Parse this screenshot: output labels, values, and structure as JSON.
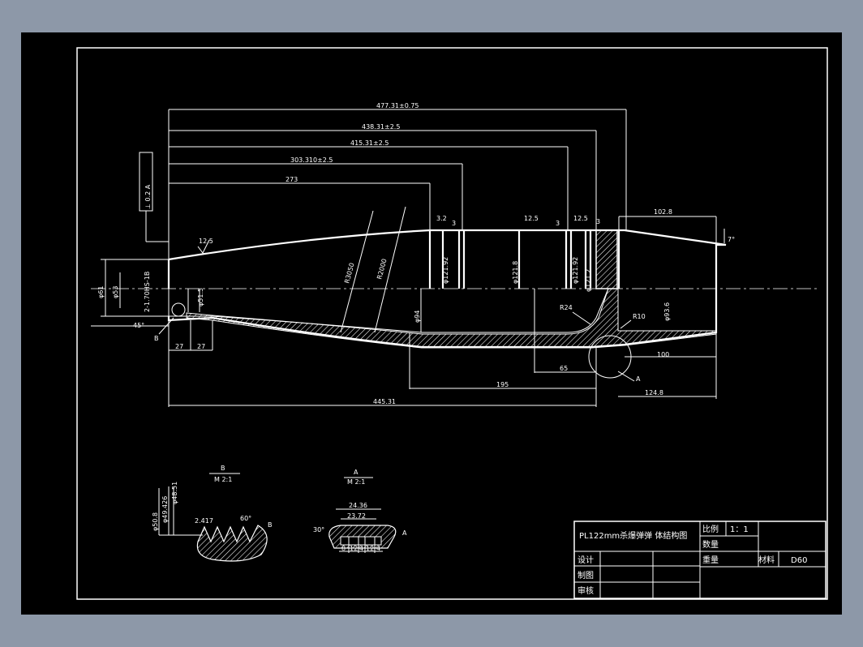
{
  "colors": {
    "background": "#8d98a8",
    "sheet": "#000000",
    "lines": "#ffffff",
    "hatch": "#ffffff"
  },
  "drawing": {
    "tolerance_frame": "⊥ 0.2 A",
    "dims_top": [
      "477.31±0.75",
      "438.31±2.5",
      "415.31±2.5",
      "303.310±2.5",
      "273"
    ],
    "dim_right_top": "102.8",
    "angle_right": "7°",
    "roughness_marks": [
      "12.5",
      "3.2",
      "3",
      "12.5",
      "3",
      "12.5",
      "3"
    ],
    "radii": [
      "R3050",
      "R2000",
      "R24",
      "R10"
    ],
    "diameters": [
      "φ61",
      "φ53",
      "2-1.70HS-1B",
      "φ51.5",
      "φ94",
      "φ121.92",
      "φ121.8",
      "φ121.92",
      "φ121.2",
      "φ93.6"
    ],
    "chamfer": "45°",
    "dims_bottom": [
      "27",
      "27",
      "65",
      "100",
      "195",
      "124.8",
      "445.31"
    ],
    "callouts": [
      "B",
      "A"
    ]
  },
  "detail_b": {
    "title": "B",
    "scale": "M 2:1",
    "diameters": [
      "φ50.8",
      "φ49.426",
      "φ48.51"
    ],
    "pitch": "2.417",
    "angle": "60°",
    "marker": "B"
  },
  "detail_a": {
    "title": "A",
    "scale": "M 2:1",
    "dims": [
      "24.36",
      "23.72"
    ],
    "angle": "30°",
    "bottom_dims": [
      "8",
      "12",
      "4",
      "12",
      "4"
    ],
    "marker": "A"
  },
  "title_block": {
    "title": "PL122mm杀爆弹弹 体结构图",
    "scale_label": "比例",
    "scale_value": "1：1",
    "quantity_label": "数量",
    "weight_label": "重量",
    "material_label": "材料",
    "material_value": "D60",
    "design_label": "设计",
    "draw_label": "制图",
    "review_label": "审核"
  }
}
